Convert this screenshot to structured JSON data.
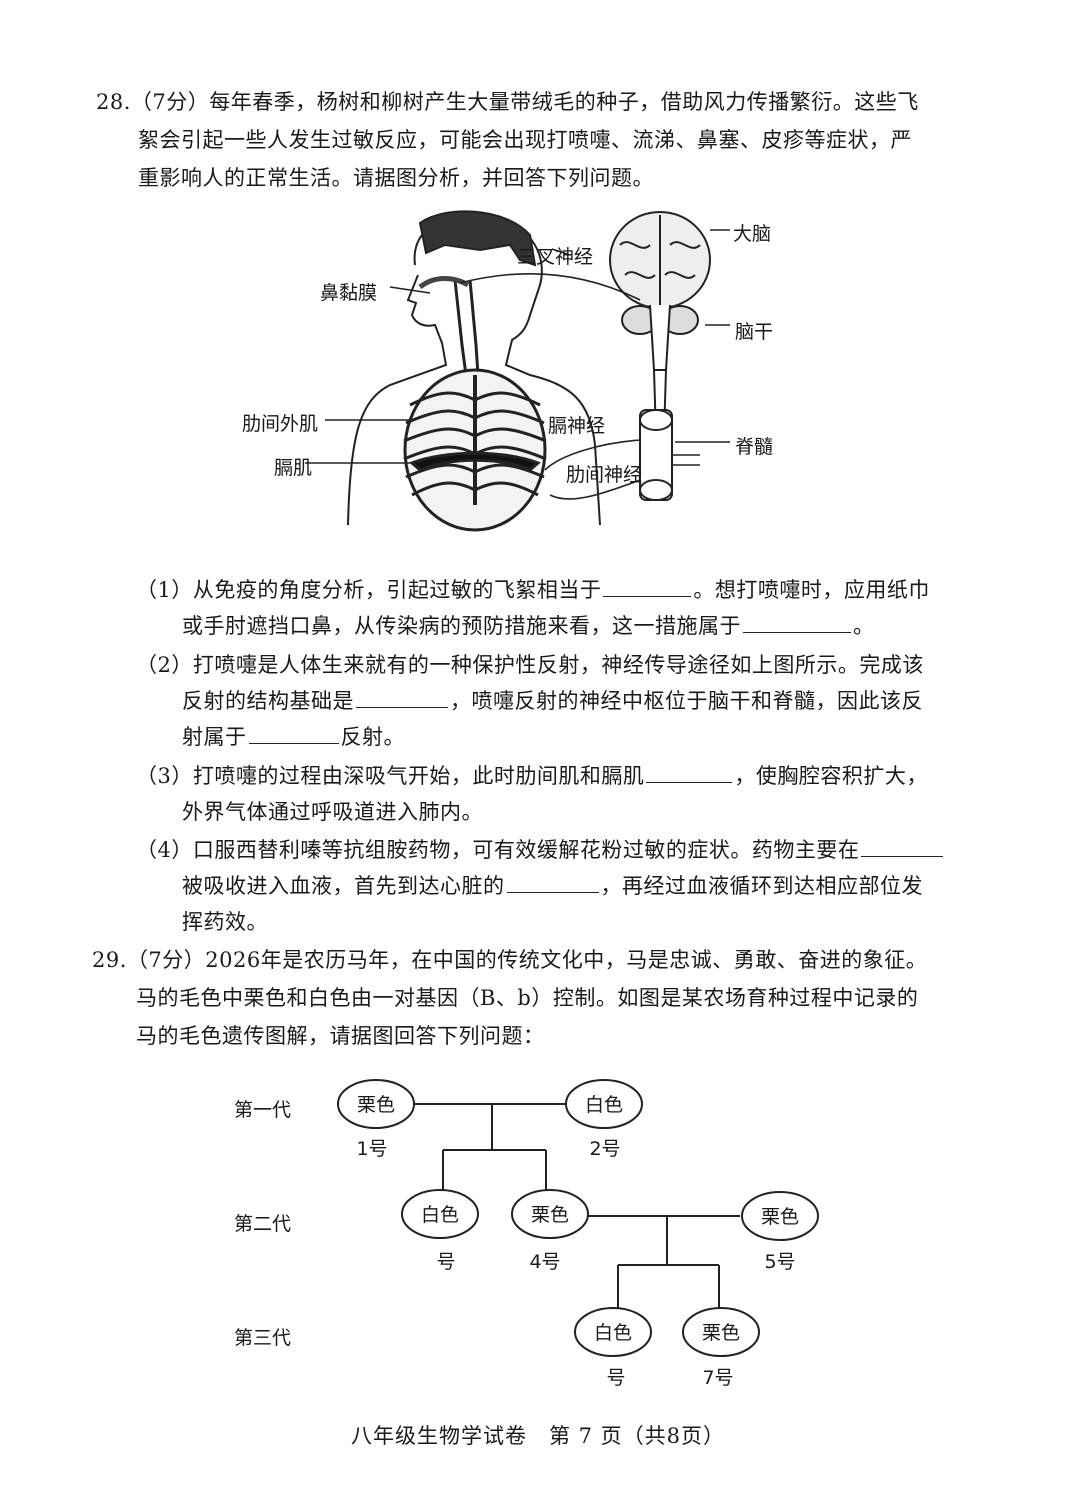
{
  "q28": {
    "stem": [
      "28.（7分）每年春季，杨树和柳树产生大量带绒毛的种子，借助风力传播繁衍。这些飞",
      "絮会引起一些人发生过敏反应，可能会出现打喷嚏、流涕、鼻塞、皮疹等症状，严",
      "重影响人的正常生活。请据图分析，并回答下列问题。"
    ],
    "figure_labels": {
      "nasal_mucosa": "鼻黏膜",
      "trigeminal": "三叉神经",
      "cerebrum": "大脑",
      "brainstem": "脑干",
      "ext_intercostal": "肋间外肌",
      "phrenic_nerve": "膈神经",
      "spinal_cord": "脊髓",
      "diaphragm": "膈肌",
      "intercostal_nerve": "肋间神经"
    },
    "p1": {
      "a": "（1）从免疫的角度分析，引起过敏的飞絮相当于",
      "b": "。想打喷嚏时，应用纸巾",
      "c": "或手肘遮挡口鼻，从传染病的预防措施来看，这一措施属于",
      "d": "。"
    },
    "p2": {
      "a": "（2）打喷嚏是人体生来就有的一种保护性反射，神经传导途径如上图所示。完成该",
      "b": "反射的结构基础是",
      "c": "，喷嚏反射的神经中枢位于脑干和脊髓，因此该反",
      "d": "射属于",
      "e": "反射。"
    },
    "p3": {
      "a": "（3）打喷嚏的过程由深吸气开始，此时肋间肌和膈肌",
      "b": "，使胸腔容积扩大，",
      "c": "外界气体通过呼吸道进入肺内。"
    },
    "p4": {
      "a": "（4）口服西替利嗪等抗组胺药物，可有效缓解花粉过敏的症状。药物主要在",
      "b": "被吸收进入血液，首先到达心脏的",
      "c": "，再经过血液循环到达相应部位发",
      "d": "挥药效。"
    }
  },
  "q29": {
    "stem": [
      "29.（7分）2026年是农历马年，在中国的传统文化中，马是忠诚、勇敢、奋进的象征。",
      "马的毛色中栗色和白色由一对基因（B、b）控制。如图是某农场育种过程中记录的",
      "马的毛色遗传图解，请据图回答下列问题："
    ],
    "generations": [
      "第一代",
      "第二代",
      "第三代"
    ],
    "nodes": {
      "n1": {
        "color": "栗色",
        "label": "1号"
      },
      "n2": {
        "color": "白色",
        "label": "2号"
      },
      "n3": {
        "color": "白色",
        "label": "号"
      },
      "n4": {
        "color": "栗色",
        "label": "4号"
      },
      "n5": {
        "color": "栗色",
        "label": "5号"
      },
      "n6": {
        "color": "白色",
        "label": "号"
      },
      "n7": {
        "color": "栗色",
        "label": "7号"
      }
    }
  },
  "footer": "八年级生物学试卷　第 7 页（共8页）"
}
